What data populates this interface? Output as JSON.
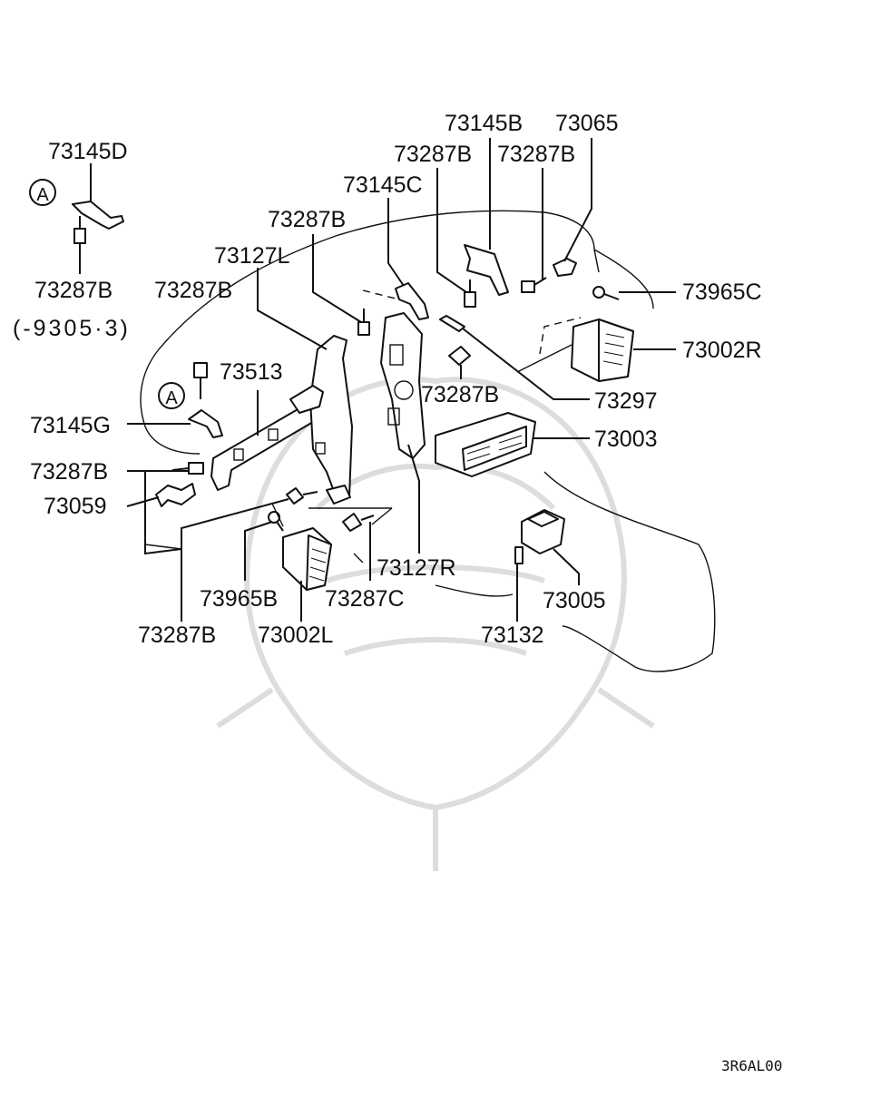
{
  "callout_marker": "A",
  "footnote": "(-9305·3)",
  "drawing_code": "3R6AL00",
  "labels": {
    "p73145D": "73145D",
    "p73287B_a": "73287B",
    "p73287B_b": "73287B",
    "p73127L": "73127L",
    "p73287B_c": "73287B",
    "p73145C": "73145C",
    "p73287B_d": "73287B",
    "p73145B": "73145B",
    "p73065": "73065",
    "p73287B_e": "73287B",
    "p73965C": "73965C",
    "p73002R": "73002R",
    "p73513": "73513",
    "p73287B_f": "73287B",
    "p73297": "73297",
    "p73145G": "73145G",
    "p73003": "73003",
    "p73287B_g": "73287B",
    "p73059": "73059",
    "p73127R": "73127R",
    "p73965B": "73965B",
    "p73287C": "73287C",
    "p73005": "73005",
    "p73287B_h": "73287B",
    "p73002L": "73002L",
    "p73132": "73132"
  }
}
